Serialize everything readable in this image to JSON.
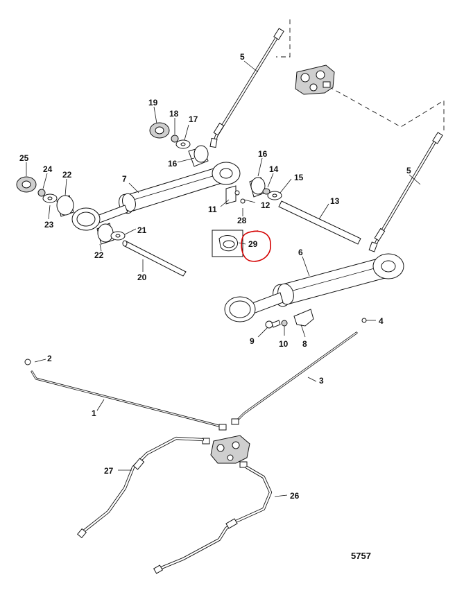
{
  "figure_number": "5757",
  "callouts": [
    {
      "id": "c1",
      "label": "1"
    },
    {
      "id": "c2",
      "label": "2"
    },
    {
      "id": "c3",
      "label": "3"
    },
    {
      "id": "c4",
      "label": "4"
    },
    {
      "id": "c5a",
      "label": "5"
    },
    {
      "id": "c5b",
      "label": "5"
    },
    {
      "id": "c6",
      "label": "6"
    },
    {
      "id": "c7",
      "label": "7"
    },
    {
      "id": "c8",
      "label": "8"
    },
    {
      "id": "c9",
      "label": "9"
    },
    {
      "id": "c10",
      "label": "10"
    },
    {
      "id": "c11",
      "label": "11"
    },
    {
      "id": "c12",
      "label": "12"
    },
    {
      "id": "c13",
      "label": "13"
    },
    {
      "id": "c14",
      "label": "14"
    },
    {
      "id": "c15",
      "label": "15"
    },
    {
      "id": "c16a",
      "label": "16"
    },
    {
      "id": "c16b",
      "label": "16"
    },
    {
      "id": "c17",
      "label": "17"
    },
    {
      "id": "c18",
      "label": "18"
    },
    {
      "id": "c19",
      "label": "19"
    },
    {
      "id": "c20",
      "label": "20"
    },
    {
      "id": "c21",
      "label": "21"
    },
    {
      "id": "c22a",
      "label": "22"
    },
    {
      "id": "c22b",
      "label": "22"
    },
    {
      "id": "c23",
      "label": "23"
    },
    {
      "id": "c24",
      "label": "24"
    },
    {
      "id": "c25",
      "label": "25"
    },
    {
      "id": "c26",
      "label": "26"
    },
    {
      "id": "c27",
      "label": "27"
    },
    {
      "id": "c28",
      "label": "28"
    },
    {
      "id": "c29",
      "label": "29"
    }
  ],
  "highlight": {
    "callout": "29",
    "color": "#d40000"
  }
}
